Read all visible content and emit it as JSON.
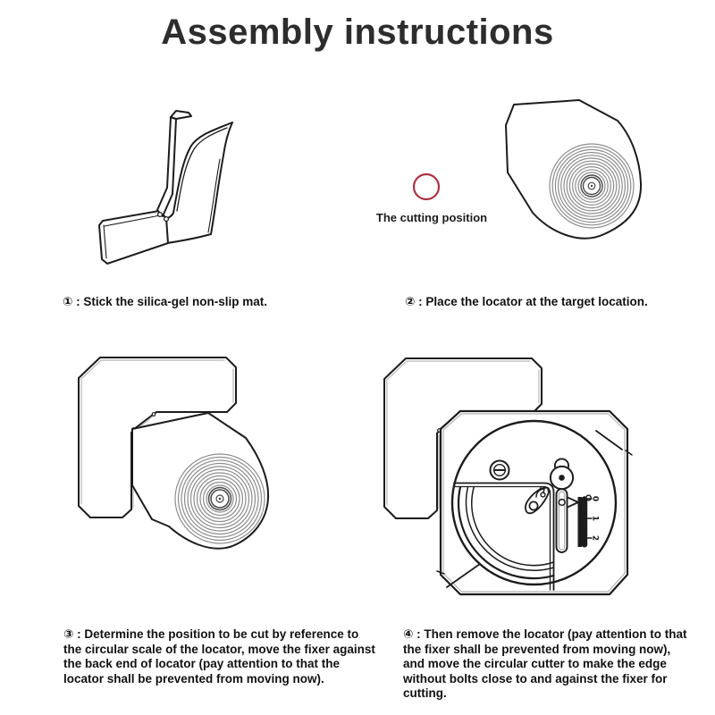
{
  "title": "Assembly instructions",
  "steps": [
    {
      "caption": "① : Stick the silica-gel non-slip mat.",
      "illustration": "silica-gel-non-slip-mat-with-peeling-film"
    },
    {
      "caption": "② : Place the locator at the target location.",
      "annotation": "The cutting position",
      "illustration": "locator-with-circular-scale"
    },
    {
      "caption": "③ : Determine the position to be cut by reference to the circular scale of the locator, move the fixer against the back end of locator (pay attention to that the locator shall be prevented from moving now).",
      "illustration": "fixer-against-back-end-of-locator"
    },
    {
      "caption": "④ : Then remove the locator (pay attention to that the fixer shall be prevented from moving now), and move the circular cutter to make the edge without bolts close to and against the fixer for cutting.",
      "illustration": "circular-cutter-against-fixer"
    }
  ],
  "cutter": {
    "ruler_labels": [
      "0",
      "1",
      "2"
    ]
  },
  "colors": {
    "ink": "#1c1c1c",
    "ring_gray": "#8d8d8d",
    "bevel_gray": "#b5b5b5",
    "marker_red": "#a93343",
    "title_gray": "#2d2d2d"
  }
}
